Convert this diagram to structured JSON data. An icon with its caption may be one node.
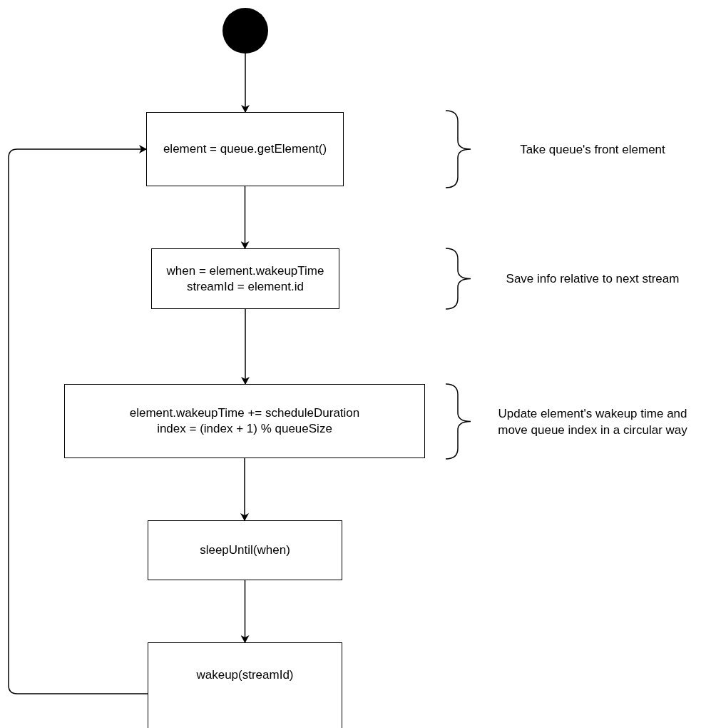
{
  "diagram": {
    "nodes": [
      {
        "text": [],
        "shape": "circle"
      },
      {
        "text": [
          "element = queue.getElement()"
        ]
      },
      {
        "text": [
          "when = element.wakeupTime",
          "streamId = element.id"
        ]
      },
      {
        "text": [
          "element.wakeupTime += scheduleDuration",
          "index = (index + 1) % queueSize"
        ]
      },
      {
        "text": [
          "sleepUntil(when)"
        ]
      },
      {
        "text": [
          "wakeup(streamId)"
        ]
      }
    ],
    "edges": [
      {
        "from": 0,
        "to": 1,
        "arrow": "to"
      },
      {
        "from": 1,
        "to": 2,
        "arrow": "to"
      },
      {
        "from": 2,
        "to": 3,
        "arrow": "to"
      },
      {
        "from": 3,
        "to": 4,
        "arrow": "to"
      },
      {
        "from": 4,
        "to": 5,
        "arrow": "to"
      },
      {
        "from": 5,
        "to": 1,
        "arrow": "to"
      }
    ],
    "labels": [
      "Take queue's front element",
      "Save info relative to next stream",
      "Update element's wakeup time and move queue index in a circular way"
    ]
  }
}
